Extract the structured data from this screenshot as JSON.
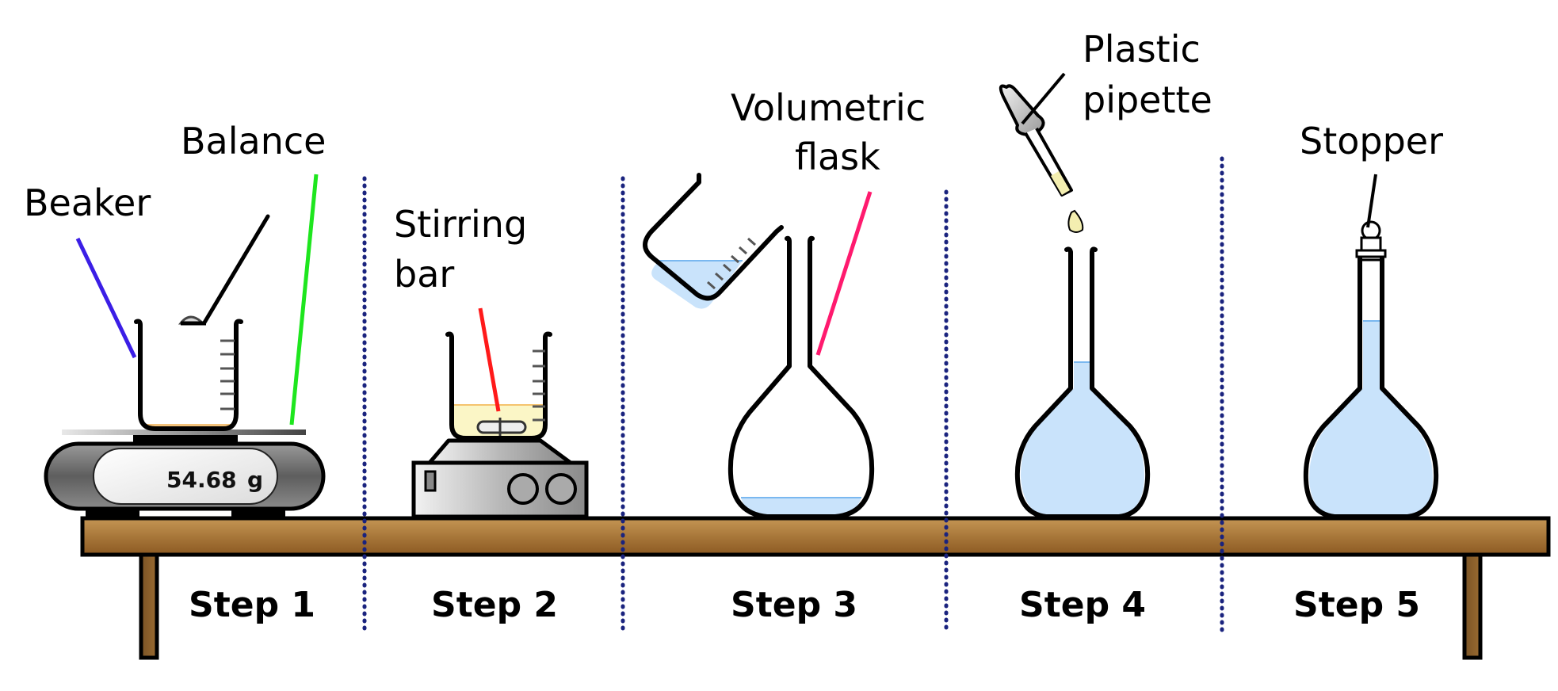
{
  "labels": {
    "beaker": "Beaker",
    "balance": "Balance",
    "stirring_bar": [
      "Stirring",
      "bar"
    ],
    "volumetric_flask": [
      "Volumetric",
      "flask"
    ],
    "plastic_pipette": [
      "Plastic",
      "pipette"
    ],
    "stopper": "Stopper"
  },
  "balance_readout": {
    "value": "54.68",
    "unit": "g"
  },
  "steps": [
    "Step 1",
    "Step 2",
    "Step 3",
    "Step 4",
    "Step 5"
  ],
  "colors": {
    "beaker_pointer": "#3b1ee6",
    "balance_pointer": "#1ee61e",
    "stirring_bar_pointer": "#ff1a1a",
    "volumetric_flask_pointer": "#ff1a6e",
    "solution_blue": "#c9e3fb",
    "solution_yellow": "#fbf6c6",
    "table_wood": "#a8773a",
    "divider_dots": "#1a237e"
  }
}
